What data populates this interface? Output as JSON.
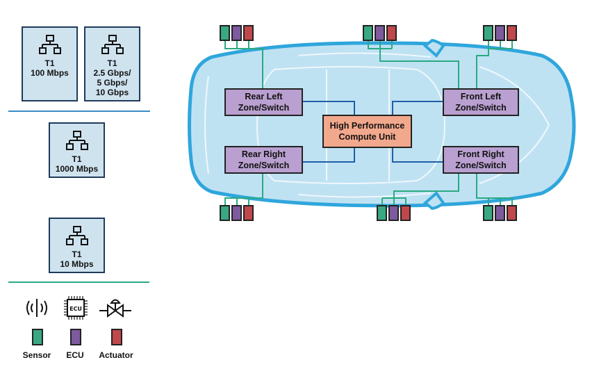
{
  "colors": {
    "sensor": "#3aa882",
    "ecu": "#7e5a9e",
    "actuator": "#c0484c",
    "zone": "#b9a0d0",
    "hpc": "#f2a88c",
    "wire_blue": "#1f5fa5",
    "wire_green": "#2aaa82",
    "car_fill": "#bfe2f3",
    "car_outline": "#2fa6dc",
    "divider_blue": "#3b8cc4",
    "divider_green": "#2aaa8a"
  },
  "network_legend": [
    {
      "id": "t1-100",
      "label": "T1\n100 Mbps"
    },
    {
      "id": "t1-multi",
      "label": "T1\n2.5 Gbps/\n5 Gbps/\n10 Gbps"
    },
    {
      "id": "t1-1000",
      "label": "T1\n1000 Mbps"
    },
    {
      "id": "t1-10",
      "label": "T1\n10 Mbps"
    }
  ],
  "device_legend": [
    {
      "id": "sensor",
      "icon": "antenna-icon",
      "label": "Sensor"
    },
    {
      "id": "ecu",
      "icon": "chip-icon",
      "icon_text": "ECU",
      "label": "ECU"
    },
    {
      "id": "actuator",
      "icon": "valve-icon",
      "label": "Actuator"
    }
  ],
  "zones": {
    "rear_left": {
      "line1": "Rear Left",
      "line2": "Zone/Switch"
    },
    "rear_right": {
      "line1": "Rear Right",
      "line2": "Zone/Switch"
    },
    "front_left": {
      "line1": "Front Left",
      "line2": "Zone/Switch"
    },
    "front_right": {
      "line1": "Front Right",
      "line2": "Zone/Switch"
    }
  },
  "hpc": {
    "line1": "High Performance",
    "line2": "Compute Unit"
  }
}
